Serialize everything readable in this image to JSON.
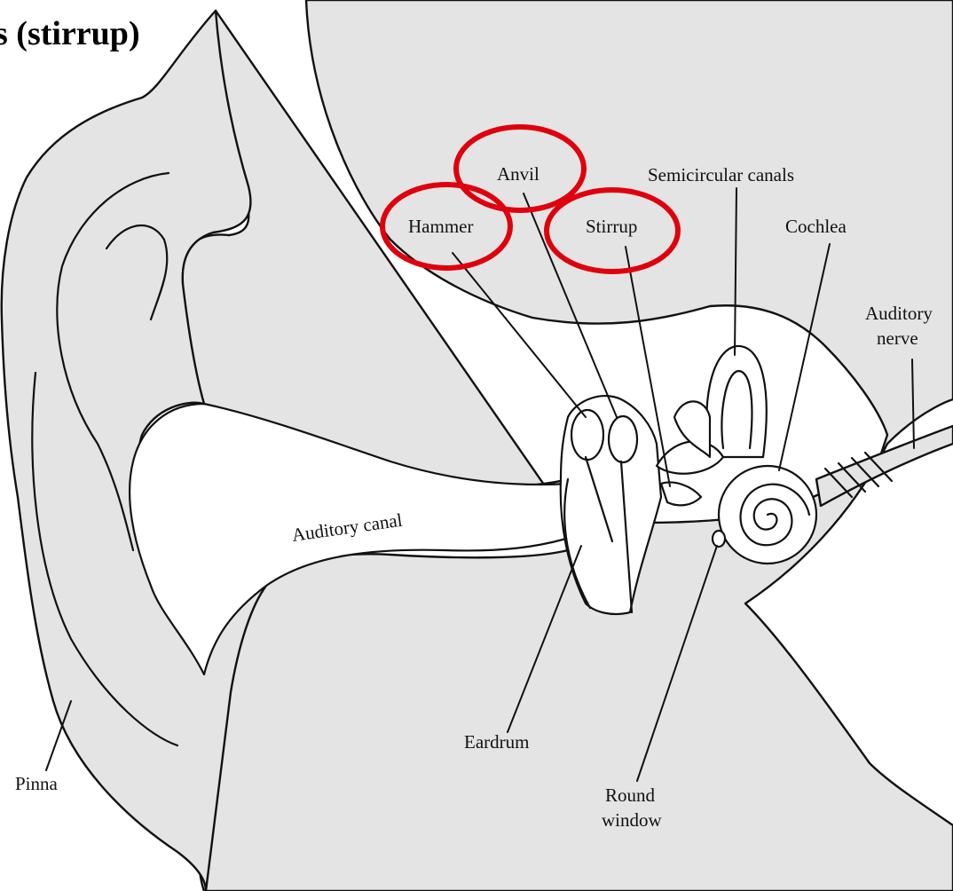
{
  "title": "s (stirrup)",
  "highlight_color": "#e0000d",
  "labels": {
    "anvil": "Anvil",
    "hammer": "Hammer",
    "stirrup": "Stirrup",
    "semicircular_canals": "Semicircular canals",
    "cochlea": "Cochlea",
    "auditory_nerve_line1": "Auditory",
    "auditory_nerve_line2": "nerve",
    "auditory_canal": "Auditory canal",
    "eardrum": "Eardrum",
    "round_window_line1": "Round",
    "round_window_line2": "window",
    "pinna": "Pinna"
  },
  "highlighted": [
    "Anvil",
    "Hammer",
    "Stirrup"
  ]
}
